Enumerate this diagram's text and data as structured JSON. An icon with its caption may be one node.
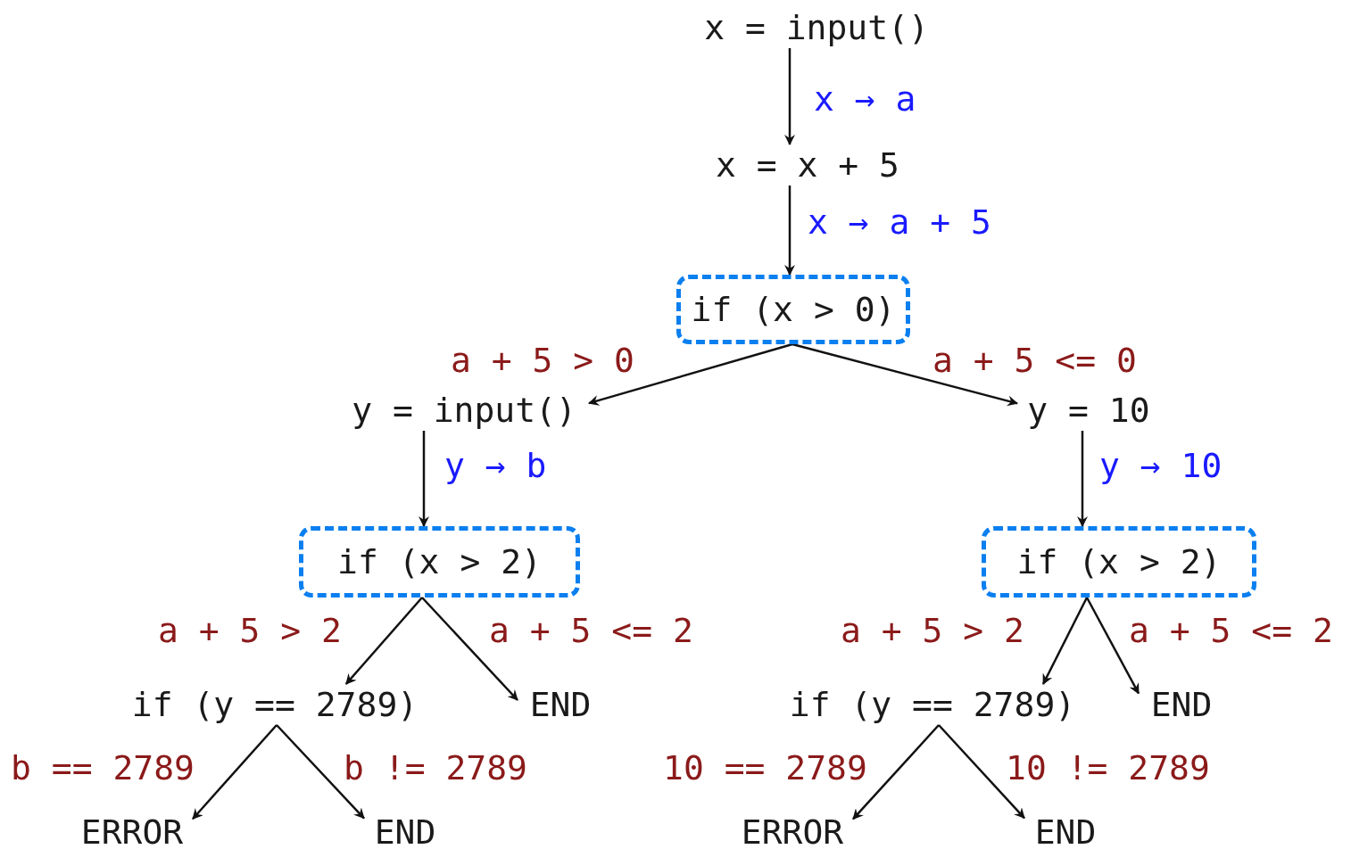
{
  "diagram": {
    "nodes": [
      {
        "text": [
          "x = input()"
        ]
      },
      {
        "text": [
          "x = x + 5"
        ]
      },
      {
        "text": [
          "if (x > 0)"
        ]
      },
      {
        "text": [
          "y = input()"
        ]
      },
      {
        "text": [
          "y = 10"
        ]
      },
      {
        "text": [
          "if (x > 2)"
        ]
      },
      {
        "text": [
          "if (x > 2)"
        ]
      },
      {
        "text": [
          "if (y == 2789)"
        ]
      },
      {
        "text": [
          "END"
        ]
      },
      {
        "text": [
          "if (y == 2789)"
        ]
      },
      {
        "text": [
          "END"
        ]
      },
      {
        "text": [
          "ERROR"
        ]
      },
      {
        "text": [
          "END"
        ]
      },
      {
        "text": [
          "ERROR"
        ]
      },
      {
        "text": [
          "END"
        ]
      }
    ],
    "edges": [
      {
        "from": 0,
        "to": 1,
        "arrow": "to",
        "label": "x → a"
      },
      {
        "from": 1,
        "to": 2,
        "arrow": "to",
        "label": "x → a + 5"
      },
      {
        "from": 2,
        "to": 3,
        "arrow": "to",
        "label": "a + 5 > 0"
      },
      {
        "from": 2,
        "to": 4,
        "arrow": "to",
        "label": "a + 5 <= 0"
      },
      {
        "from": 3,
        "to": 5,
        "arrow": "to",
        "label": "y → b"
      },
      {
        "from": 4,
        "to": 6,
        "arrow": "to",
        "label": "y → 10"
      },
      {
        "from": 5,
        "to": 7,
        "arrow": "to",
        "label": "a + 5 > 2"
      },
      {
        "from": 5,
        "to": 8,
        "arrow": "to",
        "label": "a + 5 <= 2"
      },
      {
        "from": 6,
        "to": 9,
        "arrow": "to",
        "label": "a + 5 > 2"
      },
      {
        "from": 6,
        "to": 10,
        "arrow": "to",
        "label": "a + 5 <= 2"
      },
      {
        "from": 7,
        "to": 11,
        "arrow": "to",
        "label": "b == 2789"
      },
      {
        "from": 7,
        "to": 12,
        "arrow": "to",
        "label": "b != 2789"
      },
      {
        "from": 9,
        "to": 13,
        "arrow": "to",
        "label": "10 == 2789"
      },
      {
        "from": 9,
        "to": 14,
        "arrow": "to",
        "label": "10 != 2789"
      }
    ]
  }
}
